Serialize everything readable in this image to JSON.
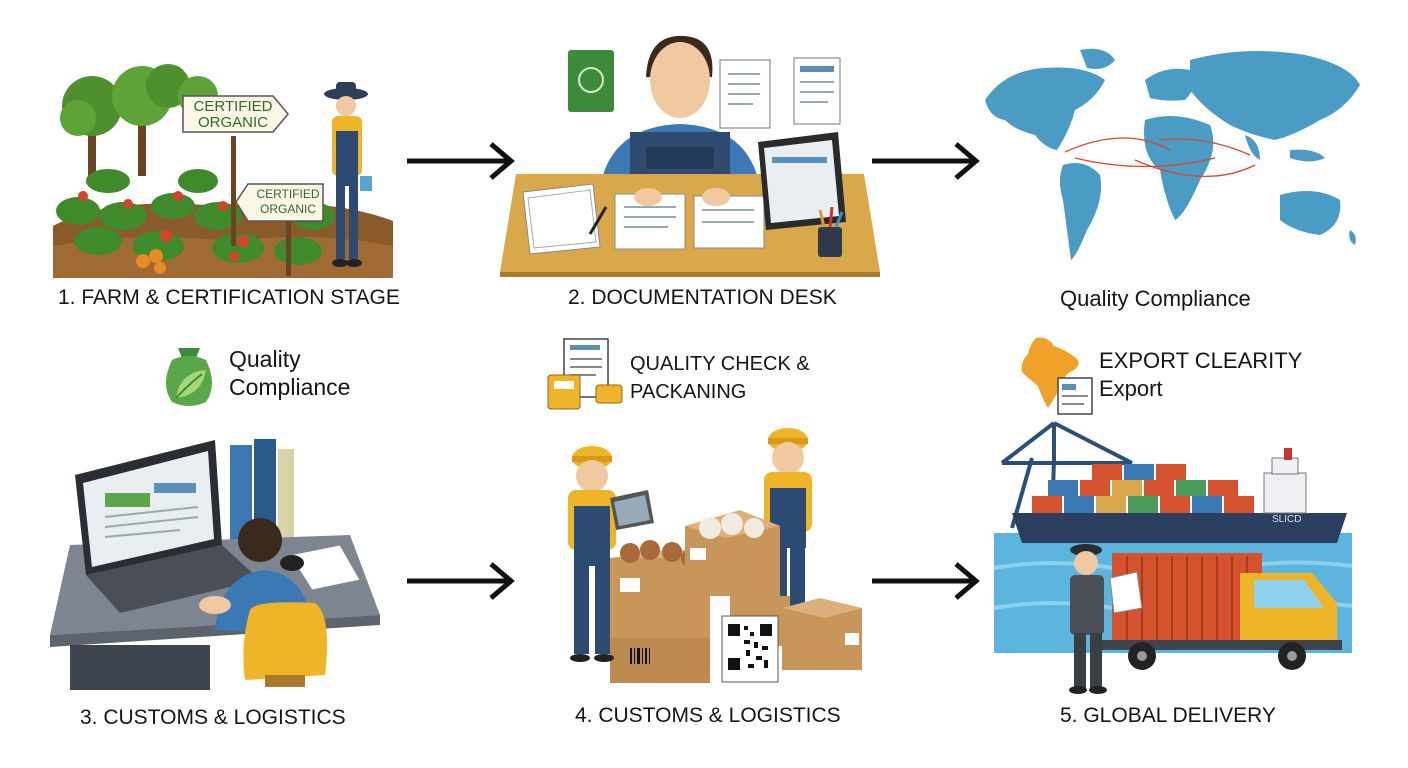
{
  "steps": [
    {
      "label": "1. FARM & CERTIFICATION STAGE"
    },
    {
      "label": "2. DOCUMENTATION DESK"
    },
    {
      "label": "Quality Compliance"
    },
    {
      "label": "3. CUSTOMS & LOGISTICS"
    },
    {
      "label": "4. CUSTOMS & LOGISTICS"
    },
    {
      "label": "5. GLOBAL DELIVERY"
    }
  ],
  "farm": {
    "sign_top": "CERTIFIED\nORGANIC",
    "sign_bottom": "CERTIFIED\nORGANIC"
  },
  "callouts": {
    "quality": {
      "line1": "Quality",
      "line2": "Compliance"
    },
    "check": {
      "line1": "QUALITY CHECK &",
      "line2": "PACKANING"
    },
    "export": {
      "line1": "EXPORT CLEARITY",
      "line2": "Export"
    }
  },
  "ship": {
    "name": "SLICD"
  },
  "colors": {
    "map_blue": "#4a9cc4",
    "desk_tan": "#d9a84a",
    "box_brown": "#c8965a",
    "truck_red": "#d4532e",
    "truck_yellow": "#f0b429",
    "ship_navy": "#2a3f5f"
  }
}
